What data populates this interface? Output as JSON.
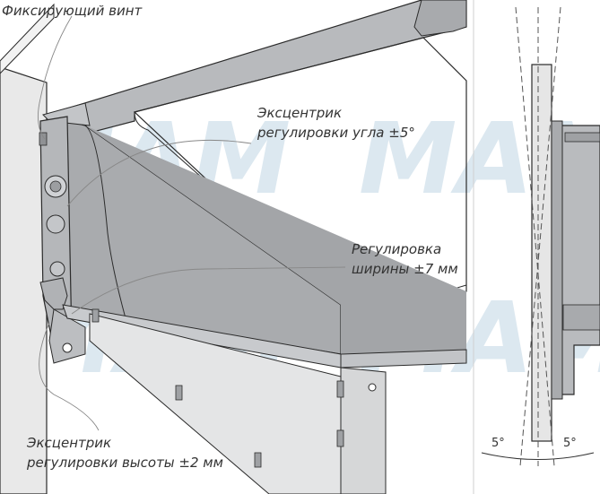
{
  "labels": {
    "fixing_screw": "Фиксирующий винт",
    "angle_eccentric": {
      "line1": "Эксцентрик",
      "line2": "регулировки угла ±5°"
    },
    "width_adjust": {
      "line1": "Регулировка",
      "line2": "ширины ±7 мм"
    },
    "height_eccentric": {
      "line1": "Эксцентрик",
      "line2": "регулировки высоты ±2 мм"
    },
    "angle_left": "5°",
    "angle_right": "5°"
  },
  "watermark": "MAM",
  "colors": {
    "panel_fill": "#e6e6e6",
    "drawer_fill": "#a9abae",
    "drawer_top": "#bfc1c4",
    "line": "#2b2b2b",
    "watermark": "#d6e3ec",
    "leader": "#888888"
  }
}
